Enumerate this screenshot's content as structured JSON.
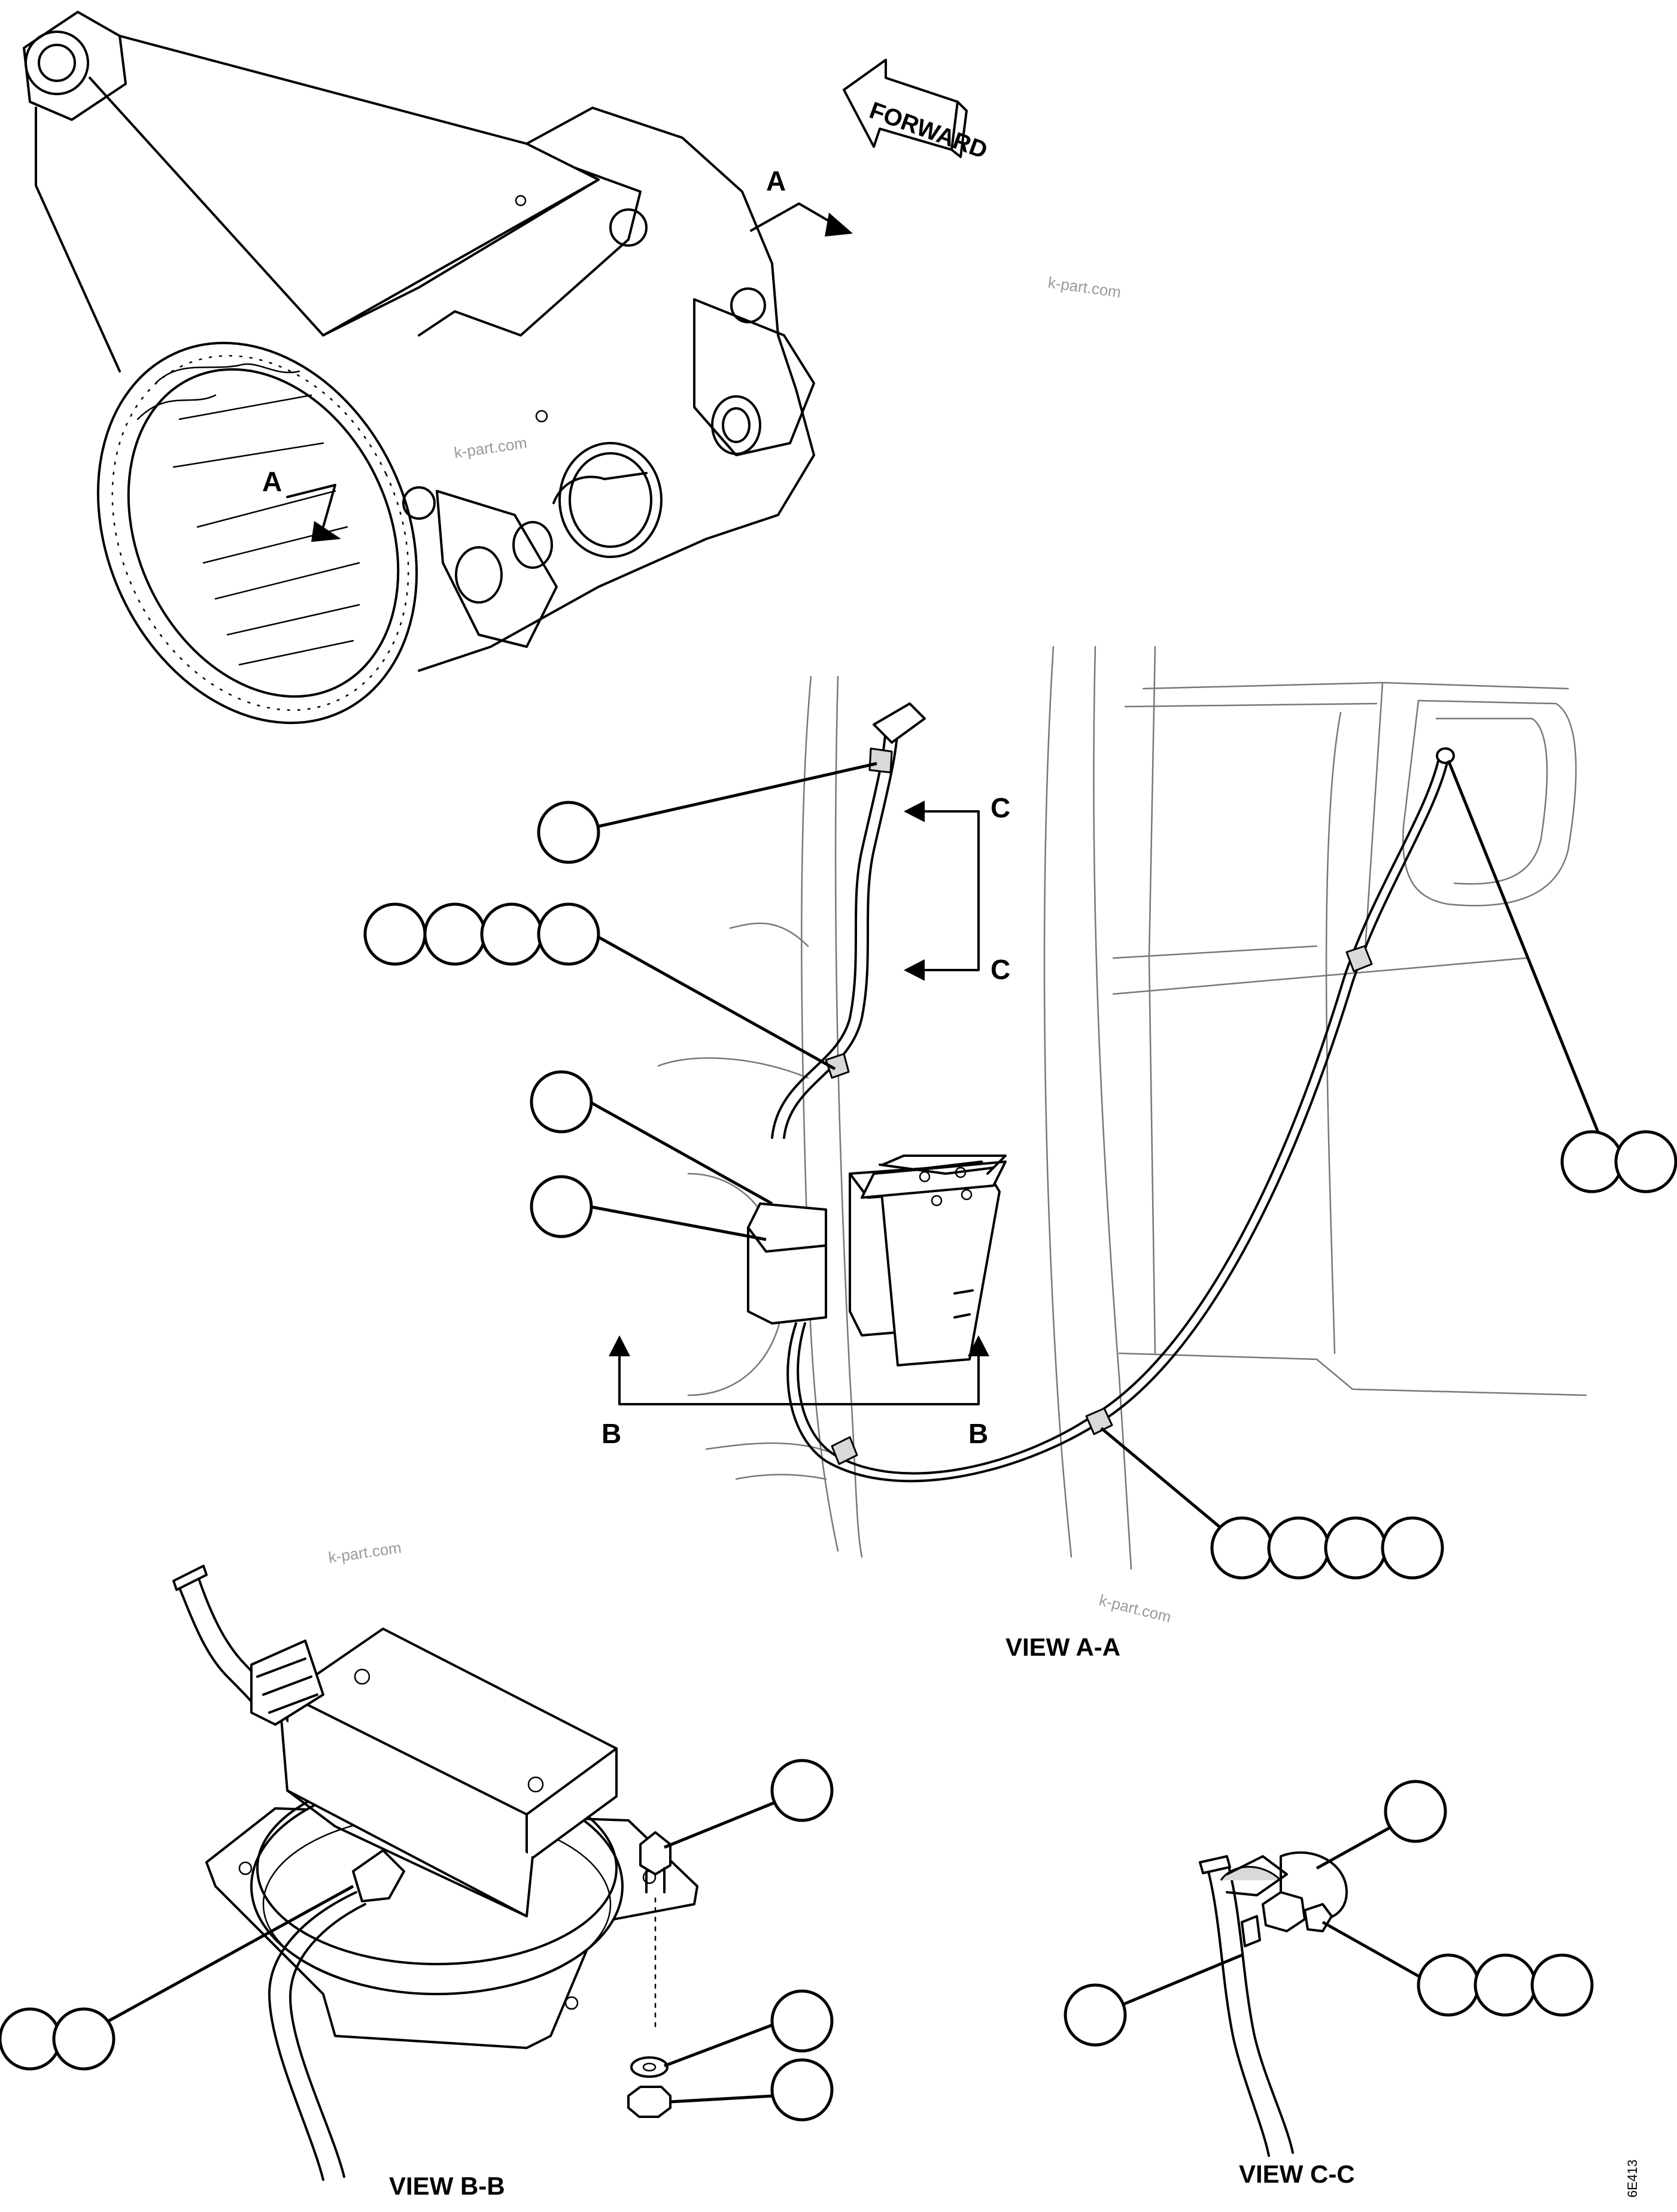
{
  "labels": {
    "section_a_top": "A",
    "section_a_inner": "A",
    "section_c_top": "C",
    "section_c_bottom": "C",
    "section_b_left": "B",
    "section_b_right": "B",
    "forward": "FORWARD"
  },
  "views": {
    "view_aa": "VIEW A-A",
    "view_bb": "VIEW B-B",
    "view_cc": "VIEW C-C"
  },
  "watermarks": [
    "k-part.com",
    "k-part.com",
    "k-part.com",
    "k-part.com"
  ],
  "drawing_number": "6E413"
}
